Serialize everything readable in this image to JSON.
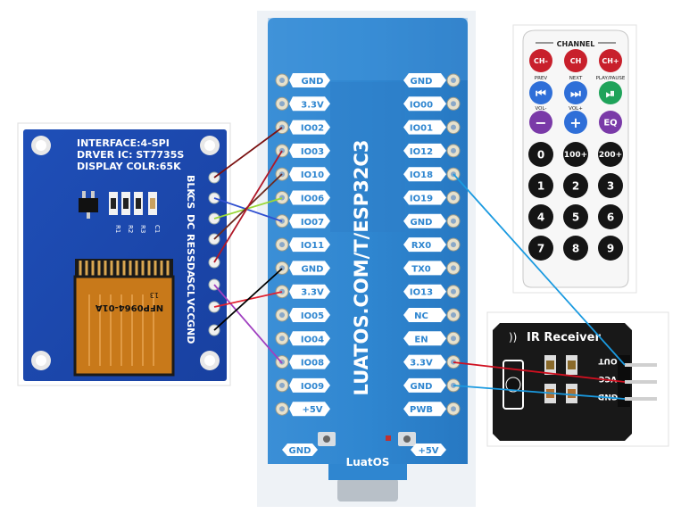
{
  "lcd": {
    "title_lines": [
      "INTERFACE:4-SPI",
      "DRVER IC: ST7735S",
      "DISPLAY COLR:65K"
    ],
    "pins": [
      "BLK",
      "CS",
      "DC",
      "RES",
      "SDA",
      "SCL",
      "VCC",
      "GND"
    ],
    "component_labels": [
      "R1",
      "R2",
      "R3",
      "C1"
    ],
    "flex_label": "NFP0964-01A",
    "flex_pin_label": "13"
  },
  "esp32": {
    "left_pins": [
      "GND",
      "3.3V",
      "IO02",
      "IO03",
      "IO10",
      "IO06",
      "IO07",
      "IO11",
      "GND",
      "3.3V",
      "IO05",
      "IO04",
      "IO08",
      "IO09",
      "+5V"
    ],
    "right_pins": [
      "GND",
      "IO00",
      "IO01",
      "IO12",
      "IO18",
      "IO19",
      "GND",
      "RX0",
      "TX0",
      "IO13",
      "NC",
      "EN",
      "3.3V",
      "GND",
      "PWB"
    ],
    "bottom_left": "GND",
    "bottom_right": "+5V",
    "vertical_label": "LUATOS.COM/T/ESP32C3",
    "logo": "LuatOS"
  },
  "remote": {
    "header": "CHANNEL",
    "row1": [
      "CH-",
      "CH",
      "CH+"
    ],
    "row1_sub": [
      "",
      "",
      ""
    ],
    "row2_sub": [
      "PREV",
      "NEXT",
      "PLAY/PAUSE"
    ],
    "row3_sub": [
      "VOL-",
      "VOL+",
      ""
    ],
    "row3": [
      "−",
      "+",
      "EQ"
    ],
    "number_rows": [
      [
        "0",
        "100+",
        "200+"
      ],
      [
        "1",
        "2",
        "3"
      ],
      [
        "4",
        "5",
        "6"
      ],
      [
        "7",
        "8",
        "9"
      ]
    ],
    "colors": {
      "red": "#c8202c",
      "blue": "#2f6fd8",
      "green": "#1fa35a",
      "purple": "#7a3aa8",
      "black": "#151515"
    }
  },
  "ir": {
    "title": "IR Receiver",
    "pins": [
      "OUT",
      "VCC",
      "GND"
    ]
  },
  "wires": [
    {
      "from": "BLK",
      "to": "IO02",
      "color": "#7a1010"
    },
    {
      "from": "CS",
      "to": "IO07",
      "color": "#3050d0"
    },
    {
      "from": "DC",
      "to": "IO06",
      "color": "#9ad83a"
    },
    {
      "from": "RES",
      "to": "IO10",
      "color": "#6a2a20"
    },
    {
      "from": "SDA",
      "to": "IO03",
      "color": "#b01828"
    },
    {
      "from": "SCL",
      "to": "IO08",
      "color": "#a040c0"
    },
    {
      "from": "VCC",
      "to": "3.3V",
      "color": "#e02030"
    },
    {
      "from": "GND",
      "to": "GND",
      "color": "#000000"
    },
    {
      "from": "IR OUT",
      "to": "IO18",
      "color": "#1a9ae0"
    },
    {
      "from": "IR VCC",
      "to": "3.3V",
      "color": "#d01020"
    },
    {
      "from": "IR GND",
      "to": "GND",
      "color": "#1a9ae0"
    }
  ]
}
